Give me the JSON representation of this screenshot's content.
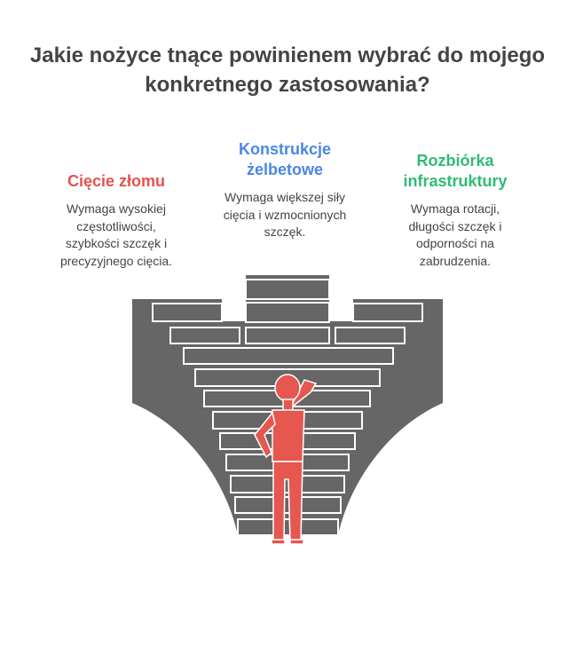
{
  "title": "Jakie nożyce tnące powinienem wybrać do mojego\nkonkretnego zastosowania?",
  "options": [
    {
      "heading": "Cięcie złomu",
      "description": "Wymaga wysokiej\nczęstotliwości,\nszybkości szczęk i\nprecyzyjnego cięcia.",
      "color": "#e5524d"
    },
    {
      "heading": "Konstrukcje\nżelbetowe",
      "description": "Wymaga większej siły\ncięcia i wzmocnionych\nszczęk.",
      "color": "#4a86e8"
    },
    {
      "heading": "Rozbiórka\ninfrastruktury",
      "description": "Wymaga rotacji,\ndługości szczęk i\nodporności na\nzabrudzenia.",
      "color": "#2fbb77"
    }
  ]
}
